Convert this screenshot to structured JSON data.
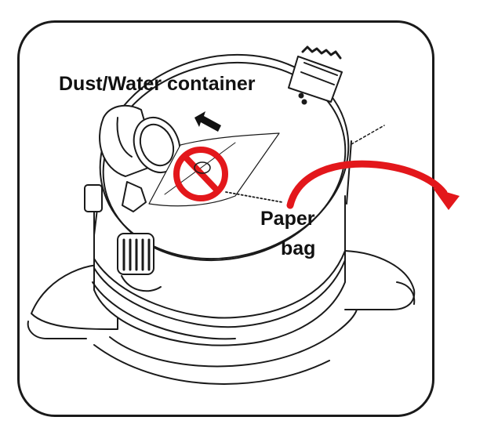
{
  "labels": {
    "container": "Dust/Water container",
    "paper_bag_line1": "Paper",
    "paper_bag_line2": "bag"
  },
  "icons": {
    "prohibition": "no-symbol-icon",
    "direction": "arrow-left-icon",
    "removal": "curved-arrow-icon"
  },
  "colors": {
    "line": "#1a1a1a",
    "accent_red": "#e3171b",
    "background": "#ffffff"
  }
}
